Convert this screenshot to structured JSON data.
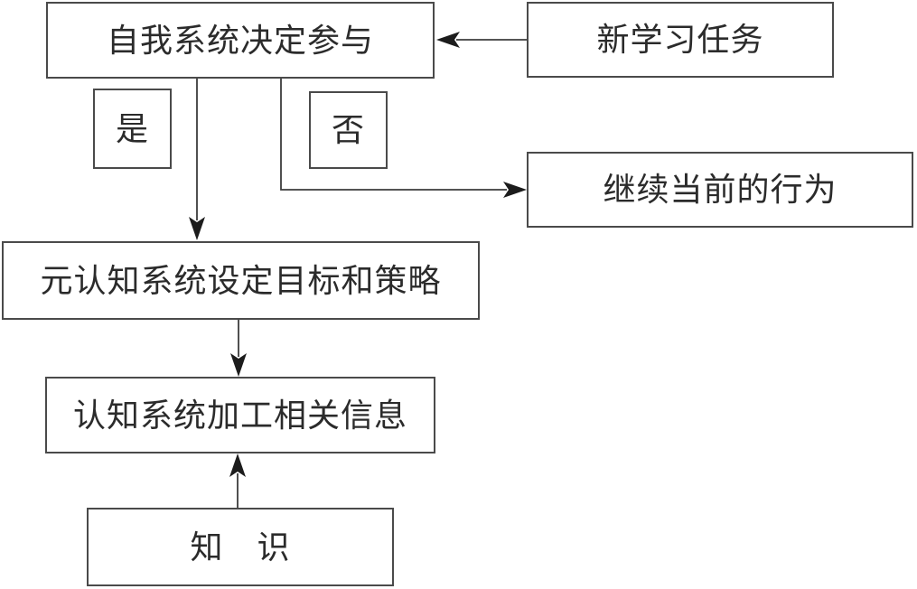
{
  "diagram": {
    "type": "flowchart",
    "background_color": "#ffffff",
    "box_border_color": "#4a4a4a",
    "line_color": "#3d3d3d",
    "arrowhead_color": "#1c1c1c",
    "text_color": "#2b2b2b"
  },
  "nodes": {
    "self_system": {
      "label": "自我系统决定参与"
    },
    "new_task": {
      "label": "新学习任务"
    },
    "yes": {
      "label": "是"
    },
    "no": {
      "label": "否"
    },
    "continue_behavior": {
      "label": "继续当前的行为"
    },
    "metacognitive": {
      "label": "元认知系统设定目标和策略"
    },
    "cognitive": {
      "label": "认知系统加工相关信息"
    },
    "knowledge": {
      "label": "知　识"
    }
  },
  "edges": [
    {
      "from": "new_task",
      "to": "self_system",
      "branch_label": ""
    },
    {
      "from": "self_system",
      "to": "metacognitive",
      "branch_label": "是"
    },
    {
      "from": "self_system",
      "to": "continue_behavior",
      "branch_label": "否"
    },
    {
      "from": "metacognitive",
      "to": "cognitive",
      "branch_label": ""
    },
    {
      "from": "knowledge",
      "to": "cognitive",
      "branch_label": ""
    }
  ]
}
